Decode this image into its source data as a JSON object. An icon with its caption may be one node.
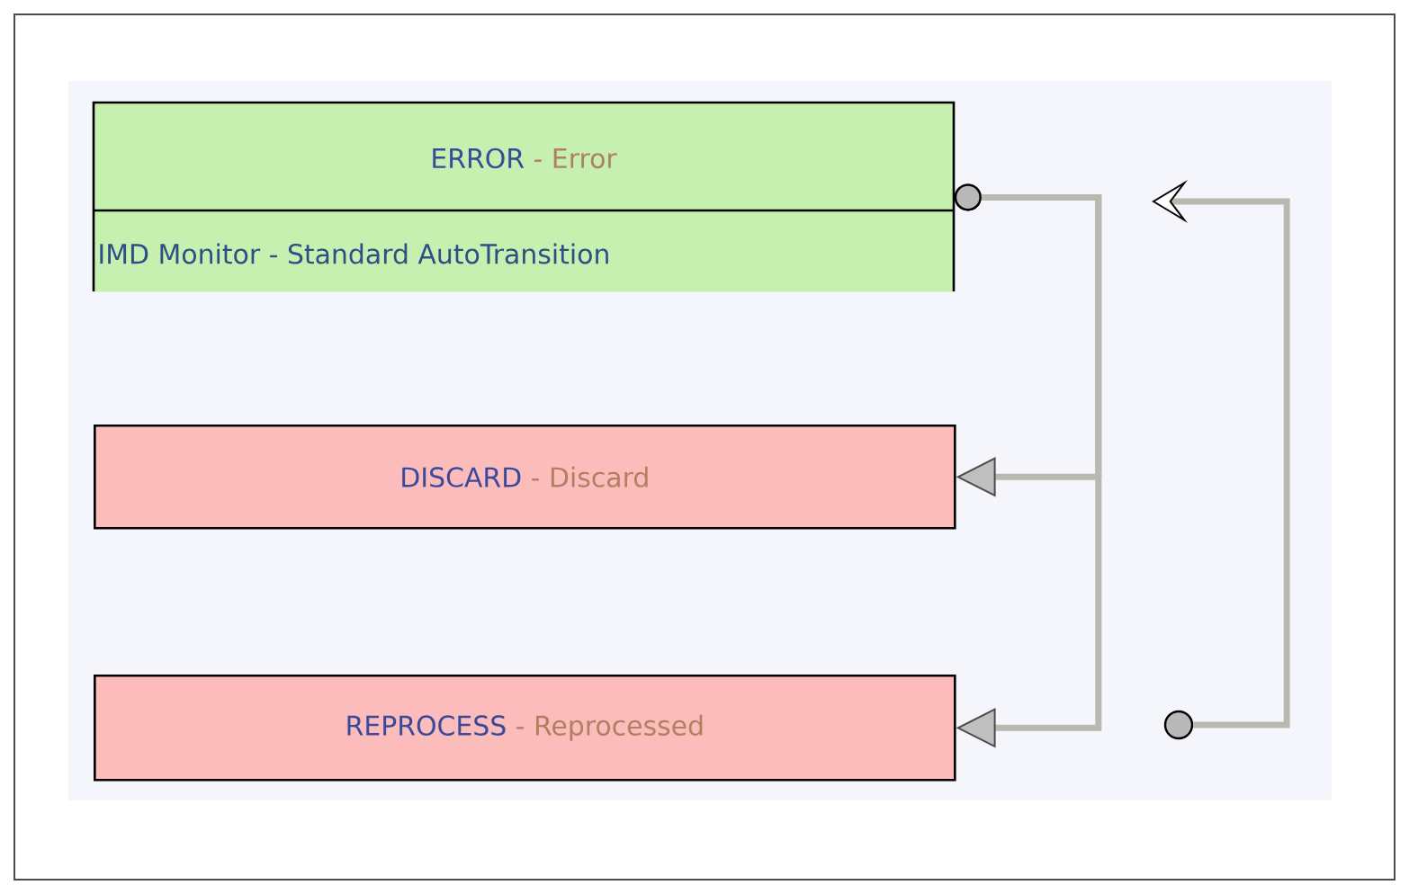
{
  "diagram": {
    "nodes": [
      {
        "text": [
          "ERROR",
          "- Error",
          "IMD Monitor - Standard AutoTransition"
        ]
      },
      {
        "text": [
          "DISCARD",
          "- Discard"
        ]
      },
      {
        "text": [
          "REPROCESS",
          "- Reprocessed"
        ]
      },
      {
        "text": [],
        "shape": "circle"
      }
    ],
    "edges": [
      {
        "from": 0,
        "to": 1,
        "arrow": "to"
      },
      {
        "from": 0,
        "to": 2,
        "arrow": "to"
      },
      {
        "from": 3,
        "to": null,
        "arrow": "to"
      }
    ]
  }
}
